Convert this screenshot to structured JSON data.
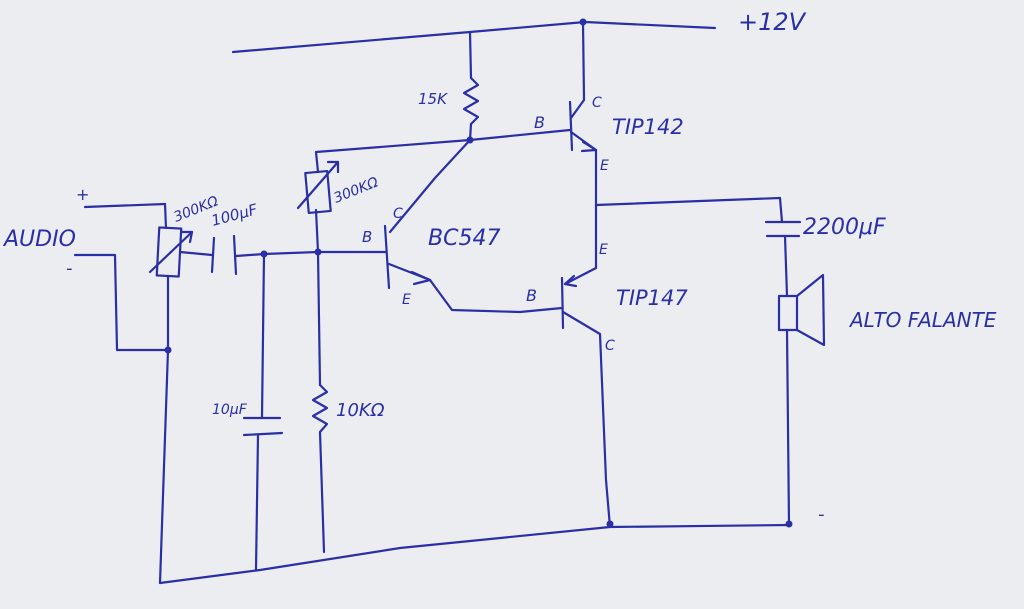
{
  "colors": {
    "paper": "#ecedf1",
    "ink": "#2a2fa6"
  },
  "labels": {
    "supply": "+12V",
    "audio_plus": "+",
    "audio_title": "AUDIO",
    "audio_minus": "-",
    "pot_input": "300KΩ",
    "cap_input": "100μF",
    "pot_bias": "300KΩ",
    "res_15k": "15K",
    "bc_c": "C",
    "bc_b": "B",
    "bc_e": "E",
    "bc_name": "BC547",
    "tip142_b": "B",
    "tip142_c": "C",
    "tip142_e": "E",
    "tip142_name": "TIP142",
    "tip147_e": "E",
    "tip147_b": "B",
    "tip147_c": "C",
    "tip147_name": "TIP147",
    "cap_out": "2200μF",
    "speaker_name": "ALTO FALANTE",
    "cap_10u": "10μF",
    "res_10k": "10KΩ",
    "out_minus": "-"
  }
}
